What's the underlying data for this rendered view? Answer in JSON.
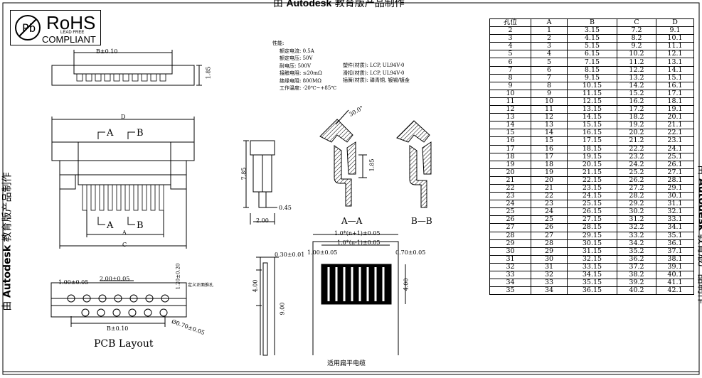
{
  "watermark": {
    "prefix": "由",
    "brand": "Autodesk",
    "suffix": "教育版产品制作"
  },
  "rohs": {
    "title": "RoHS",
    "lead_free": "LEAD FREE",
    "compliant": "COMPLIANT"
  },
  "dimensions": {
    "b_dim": "B±0.10",
    "height_dim": "1.85",
    "width_a": "A",
    "width_c": "C",
    "side_height": "7.85",
    "side_width": "2.00",
    "pin_thickness": "0.45",
    "angle": "30.0°",
    "slot": "1.85",
    "cable_t": "0.30±0.01",
    "cable_len1": "4.00",
    "cable_len2": "9.00",
    "cable_len3": "4.00",
    "cable_w1": "1.0*(n+1)±0.05",
    "cable_w2": "1.0*(n-1)±0.05",
    "cable_edge": "1.00±0.05",
    "cable_pitch": "0.70±0.05",
    "pcb_pitch_a": "1.00±0.05",
    "pcb_pitch_b": "2.00±0.05",
    "pcb_hole": "1.20±0.20",
    "pcb_b": "B±0.10",
    "pcb_drill": "Ø0.70±0.05",
    "pcb_note": "定义正面推孔"
  },
  "section_labels": {
    "a": "A",
    "b": "B",
    "aa": "A—A",
    "bb": "B—B"
  },
  "pcb_layout_label": "PCB Layout",
  "cable_label": "适用扁平电缆",
  "specs": {
    "heading": "性能:",
    "lines": [
      "额定电流: 0.5A",
      "额定电压: 50V",
      "耐电压: 500V",
      "接触电阻: ≤20mΩ",
      "绝缘电阻: 800MΩ",
      "工作温度: -20℃~+85℃"
    ],
    "materials": [
      "塑件(材质): LCP, UL94V-0",
      "滑扣(材质): LCP, UL94V-0",
      "插簧(材质): 磷青铜, 镀锡/镀金"
    ]
  },
  "table": {
    "headers": [
      "孔位",
      "A",
      "B",
      "C",
      "D"
    ],
    "rows": [
      [
        "2",
        "1",
        "3.15",
        "7.2",
        "9.1"
      ],
      [
        "3",
        "2",
        "4.15",
        "8.2",
        "10.1"
      ],
      [
        "4",
        "3",
        "5.15",
        "9.2",
        "11.1"
      ],
      [
        "5",
        "4",
        "6.15",
        "10.2",
        "12.1"
      ],
      [
        "6",
        "5",
        "7.15",
        "11.2",
        "13.1"
      ],
      [
        "7",
        "6",
        "8.15",
        "12.2",
        "14.1"
      ],
      [
        "8",
        "7",
        "9.15",
        "13.2",
        "15.1"
      ],
      [
        "9",
        "8",
        "10.15",
        "14.2",
        "16.1"
      ],
      [
        "10",
        "9",
        "11.15",
        "15.2",
        "17.1"
      ],
      [
        "11",
        "10",
        "12.15",
        "16.2",
        "18.1"
      ],
      [
        "12",
        "11",
        "13.15",
        "17.2",
        "19.1"
      ],
      [
        "13",
        "12",
        "14.15",
        "18.2",
        "20.1"
      ],
      [
        "14",
        "13",
        "15.15",
        "19.2",
        "21.1"
      ],
      [
        "15",
        "14",
        "16.15",
        "20.2",
        "22.1"
      ],
      [
        "16",
        "15",
        "17.15",
        "21.2",
        "23.1"
      ],
      [
        "17",
        "16",
        "18.15",
        "22.2",
        "24.1"
      ],
      [
        "18",
        "17",
        "19.15",
        "23.2",
        "25.1"
      ],
      [
        "19",
        "18",
        "20.15",
        "24.2",
        "26.1"
      ],
      [
        "20",
        "19",
        "21.15",
        "25.2",
        "27.1"
      ],
      [
        "21",
        "20",
        "22.15",
        "26.2",
        "28.1"
      ],
      [
        "22",
        "21",
        "23.15",
        "27.2",
        "29.1"
      ],
      [
        "23",
        "22",
        "24.15",
        "28.2",
        "30.1"
      ],
      [
        "24",
        "23",
        "25.15",
        "29.2",
        "31.1"
      ],
      [
        "25",
        "24",
        "26.15",
        "30.2",
        "32.1"
      ],
      [
        "26",
        "25",
        "27.15",
        "31.2",
        "33.1"
      ],
      [
        "27",
        "26",
        "28.15",
        "32.2",
        "34.1"
      ],
      [
        "28",
        "27",
        "29.15",
        "33.2",
        "35.1"
      ],
      [
        "29",
        "28",
        "30.15",
        "34.2",
        "36.1"
      ],
      [
        "30",
        "29",
        "31.15",
        "35.2",
        "37.1"
      ],
      [
        "31",
        "30",
        "32.15",
        "36.2",
        "38.1"
      ],
      [
        "32",
        "31",
        "33.15",
        "37.2",
        "39.1"
      ],
      [
        "33",
        "32",
        "34.15",
        "38.2",
        "40.1"
      ],
      [
        "34",
        "33",
        "35.15",
        "39.2",
        "41.1"
      ],
      [
        "35",
        "34",
        "36.15",
        "40.2",
        "42.1"
      ]
    ]
  }
}
